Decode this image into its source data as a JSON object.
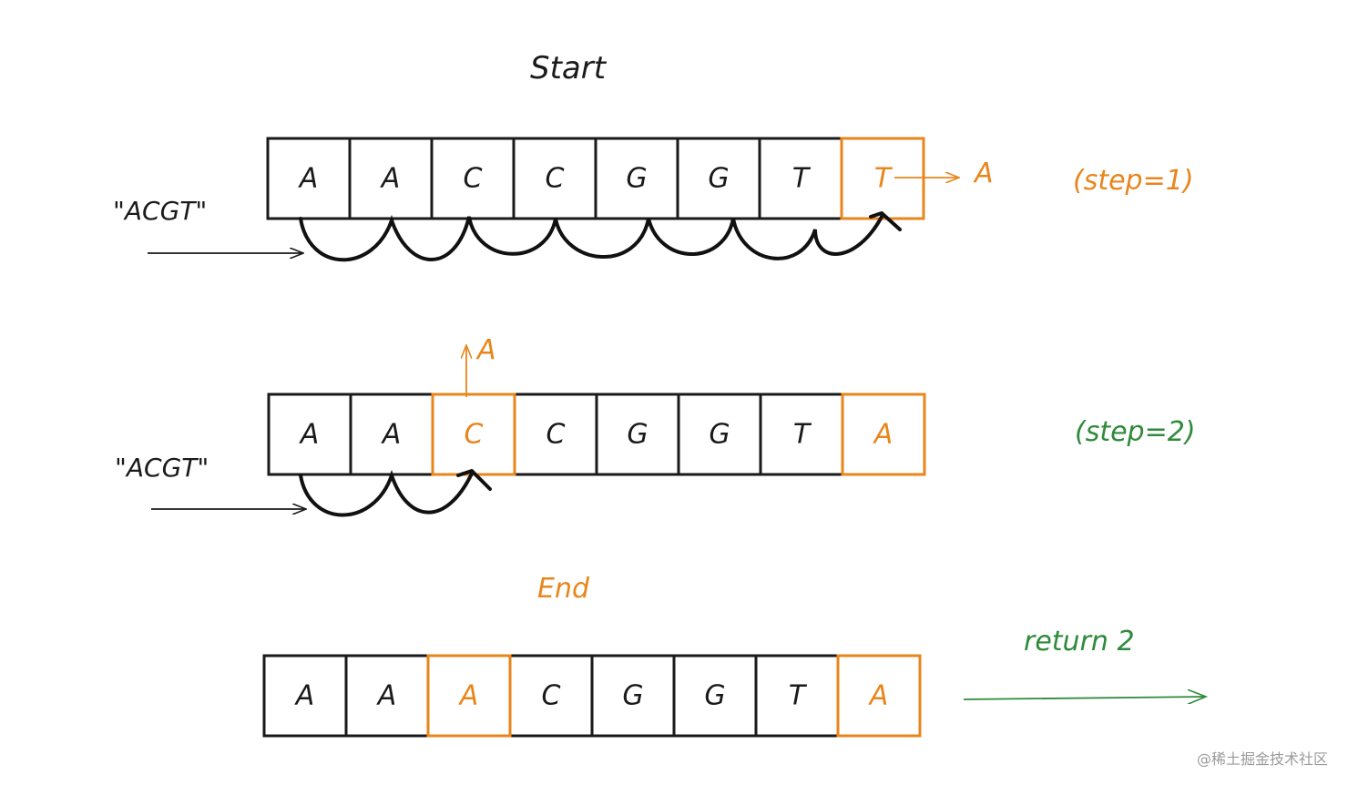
{
  "colors": {
    "ink": "#1a1a1a",
    "highlight": "#e8861c",
    "success": "#2f8a3b",
    "watermark": "#9a9a9a"
  },
  "titles": {
    "start": "Start",
    "end": "End"
  },
  "rows": [
    {
      "cells": [
        {
          "text": "A",
          "highlight": false
        },
        {
          "text": "A",
          "highlight": false
        },
        {
          "text": "C",
          "highlight": false
        },
        {
          "text": "C",
          "highlight": false
        },
        {
          "text": "G",
          "highlight": false
        },
        {
          "text": "G",
          "highlight": false
        },
        {
          "text": "T",
          "highlight": false
        },
        {
          "text": "T",
          "highlight": true
        }
      ],
      "input_label": "\"ACGT\"",
      "step_label": "(step=1)",
      "replacement": "A"
    },
    {
      "cells": [
        {
          "text": "A",
          "highlight": false
        },
        {
          "text": "A",
          "highlight": false
        },
        {
          "text": "C",
          "highlight": true
        },
        {
          "text": "C",
          "highlight": false
        },
        {
          "text": "G",
          "highlight": false
        },
        {
          "text": "G",
          "highlight": false
        },
        {
          "text": "T",
          "highlight": false
        },
        {
          "text": "A",
          "highlight": true
        }
      ],
      "input_label": "\"ACGT\"",
      "step_label": "(step=2)",
      "replacement": "A"
    },
    {
      "cells": [
        {
          "text": "A",
          "highlight": false
        },
        {
          "text": "A",
          "highlight": false
        },
        {
          "text": "A",
          "highlight": true
        },
        {
          "text": "C",
          "highlight": false
        },
        {
          "text": "G",
          "highlight": false
        },
        {
          "text": "G",
          "highlight": false
        },
        {
          "text": "T",
          "highlight": false
        },
        {
          "text": "A",
          "highlight": true
        }
      ],
      "result_label": "return 2"
    }
  ],
  "watermark": "@稀土掘金技术社区"
}
